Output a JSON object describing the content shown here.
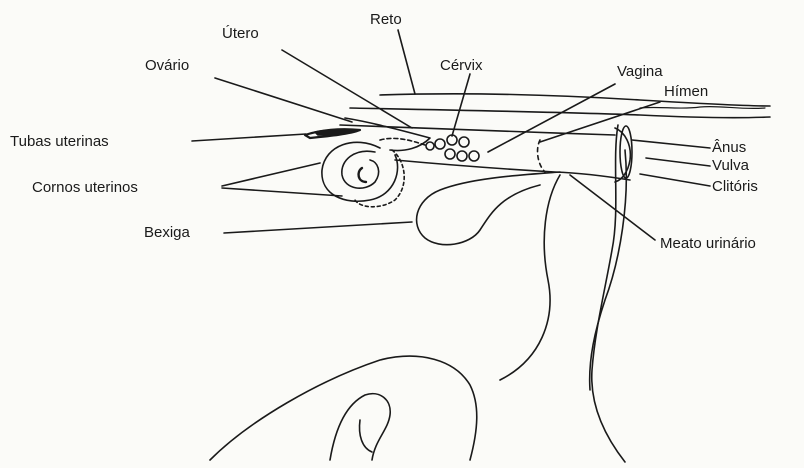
{
  "labels": {
    "utero": "Útero",
    "reto": "Reto",
    "ovario": "Ovário",
    "cervix": "Cérvix",
    "vagina": "Vagina",
    "himen": "Hímen",
    "tubas": "Tubas uterinas",
    "anus": "Ânus",
    "vulva": "Vulva",
    "cornos": "Cornos uterinos",
    "clitoris": "Clitóris",
    "bexiga": "Bexiga",
    "meato": "Meato urinário"
  },
  "colors": {
    "ink": "#1a1a1a",
    "background": "#fbfbf8"
  }
}
